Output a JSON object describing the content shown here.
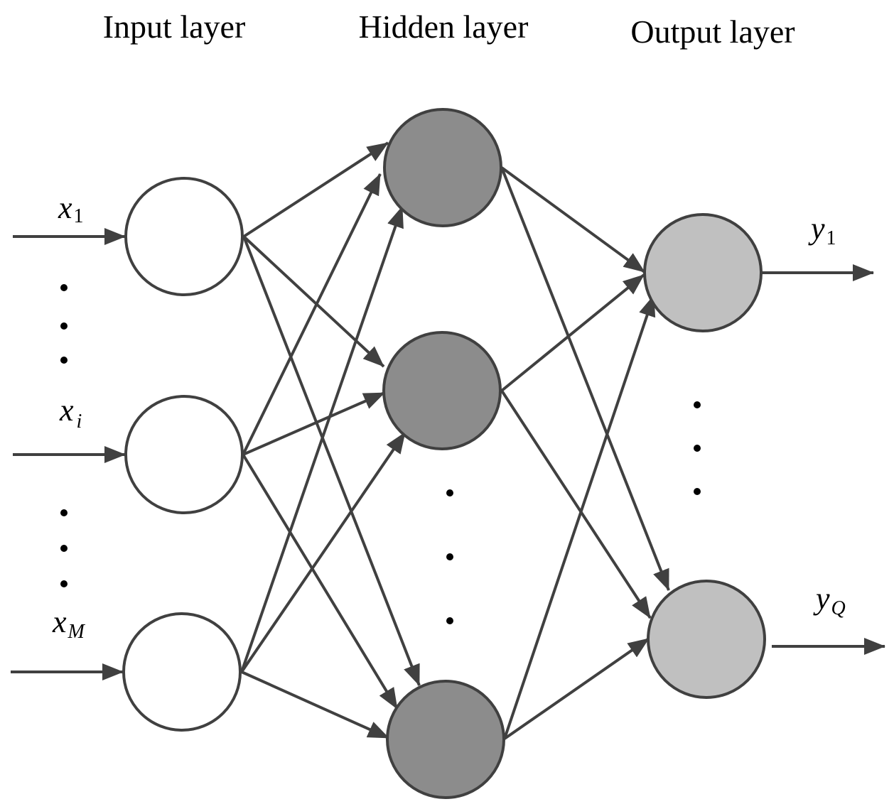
{
  "titles": {
    "input": "Input layer",
    "hidden": "Hidden layer",
    "output": "Output layer"
  },
  "inputs": [
    {
      "main": "x",
      "sub": "1"
    },
    {
      "main": "x",
      "sub": "i"
    },
    {
      "main": "x",
      "sub": "M"
    }
  ],
  "outputs": [
    {
      "main": "y",
      "sub": "1"
    },
    {
      "main": "y",
      "sub": "Q"
    }
  ],
  "colors": {
    "input_node": "#ffffff",
    "hidden_node": "#8c8c8c",
    "output_node": "#c0c0c0",
    "stroke": "#404040"
  }
}
